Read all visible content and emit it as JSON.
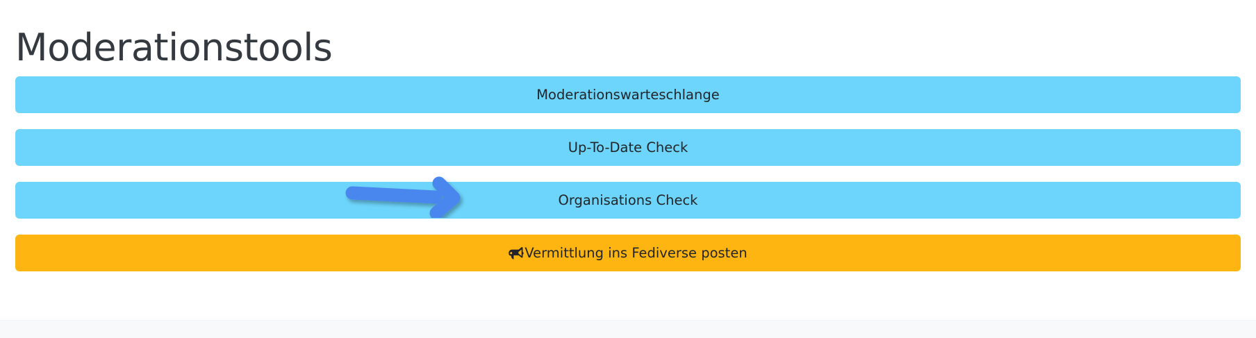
{
  "page": {
    "title": "Moderationstools",
    "background_color": "#ffffff",
    "title_color": "#343a40"
  },
  "colors": {
    "info_button": "#6dd5fb",
    "warning_button": "#ffb511",
    "button_text": "#212529",
    "annotation_arrow": "#4a87ee",
    "footer_strip": "#f8f9fa"
  },
  "buttons": [
    {
      "label": "Moderationswarteschlange",
      "style": "info",
      "icon": null
    },
    {
      "label": "Up-To-Date Check",
      "style": "info",
      "icon": null
    },
    {
      "label": "Organisations Check",
      "style": "info",
      "icon": null,
      "annotated": true
    },
    {
      "label": "Vermittlung ins Fediverse posten",
      "style": "warning",
      "icon": "bullhorn-icon"
    }
  ],
  "annotation": {
    "type": "arrow",
    "direction": "right",
    "points_to": "Organisations Check",
    "color": "#4a87ee"
  }
}
